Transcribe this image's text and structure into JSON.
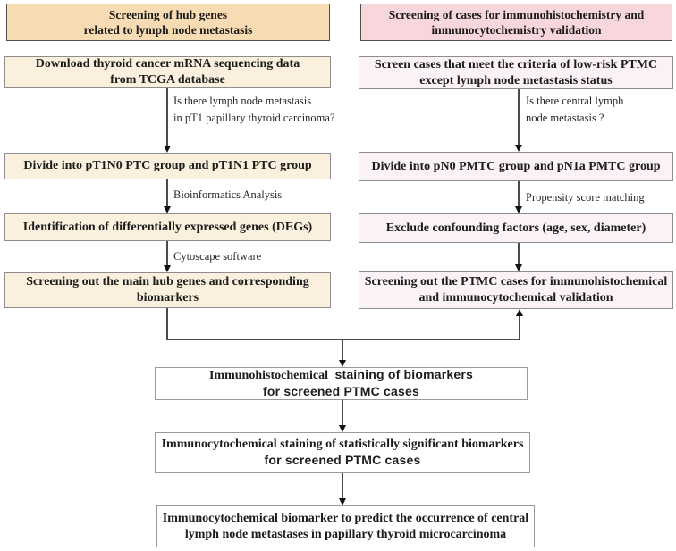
{
  "figure": {
    "left": {
      "header": {
        "line1": "Screening of hub genes",
        "line2": "related to lymph node metastasis"
      },
      "step1": {
        "line1": "Download thyroid cancer mRNA sequencing data",
        "line2": "from TCGA database"
      },
      "question": {
        "line1": "Is there lymph node metastasis",
        "line2": "in pT1 papillary thyroid carcinoma?"
      },
      "step2": {
        "text": "Divide into pT1N0 PTC group and pT1N1 PTC group"
      },
      "method1": "Bioinformatics Analysis",
      "step3": {
        "text": "Identification of differentially expressed genes (DEGs)"
      },
      "method2": "Cytoscape software",
      "step4": {
        "line1": "Screening out the main hub genes and corresponding",
        "line2": "biomarkers"
      }
    },
    "right": {
      "header": {
        "line1": "Screening of cases for immunohistochemistry and",
        "line2": "immunocytochemistry validation"
      },
      "step1": {
        "line1": "Screen cases that meet the criteria of low-risk PTMC",
        "line2": "except lymph node metastasis status"
      },
      "question": {
        "line1": "Is there central lymph",
        "line2": "node metastasis ?"
      },
      "step2": {
        "text": "Divide into pN0 PMTC group and pN1a PMTC group"
      },
      "method1": "Propensity score matching",
      "step3": {
        "text": "Exclude confounding factors (age, sex, diameter)"
      },
      "step4": {
        "line1": "Screening out the PTMC cases for immunohistochemical",
        "line2": "and  immunocytochemical validation"
      }
    },
    "merged": {
      "step1": {
        "line1_serif": "Immunohistochemical",
        "line1_sans": "staining of biomarkers",
        "line2": "for screened PTMC cases"
      },
      "step2": {
        "line1": "Immunocytochemical staining of statistically significant biomarkers",
        "line2": "for screened PTMC cases"
      },
      "step3": {
        "line1": "Immunocytochemical biomarker to predict the occurrence of central",
        "line2": "lymph node metastases in papillary thyroid microcarcinoma"
      }
    }
  },
  "colors": {
    "left-header-fill": "#f7dbb2",
    "left-body-fill": "#faf0dd",
    "right-header-fill": "#f7d6dc",
    "right-body-fill": "#fbf2f3",
    "merged-fill": "#ffffff",
    "header-border": "#4f4f4f",
    "body-border": "#8d8d8d",
    "merged-border": "#9a9a9a",
    "line": "#4a4a4a",
    "arrowhead": "#111111",
    "text": "#1c1c1c"
  }
}
